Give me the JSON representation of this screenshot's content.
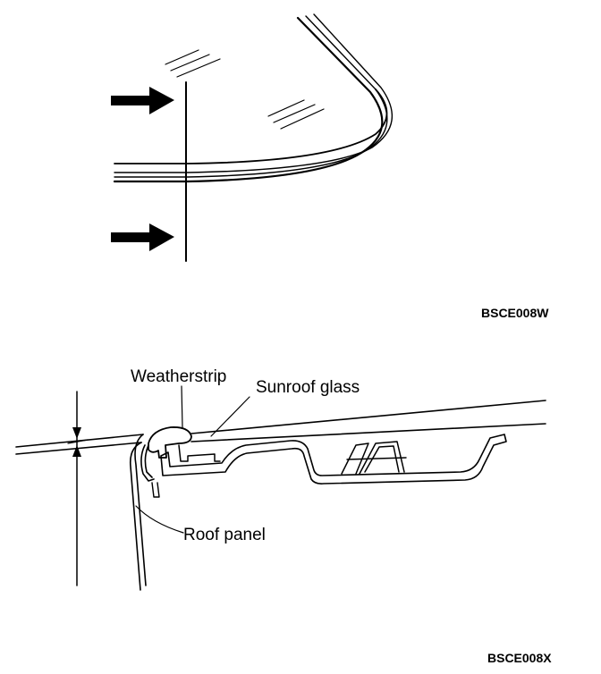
{
  "top_view": {
    "figure_code": "BSCE008W"
  },
  "section_view": {
    "labels": {
      "weatherstrip": "Weatherstrip",
      "sunroof_glass": "Sunroof glass",
      "roof_panel": "Roof panel"
    },
    "figure_code": "BSCE008X"
  }
}
